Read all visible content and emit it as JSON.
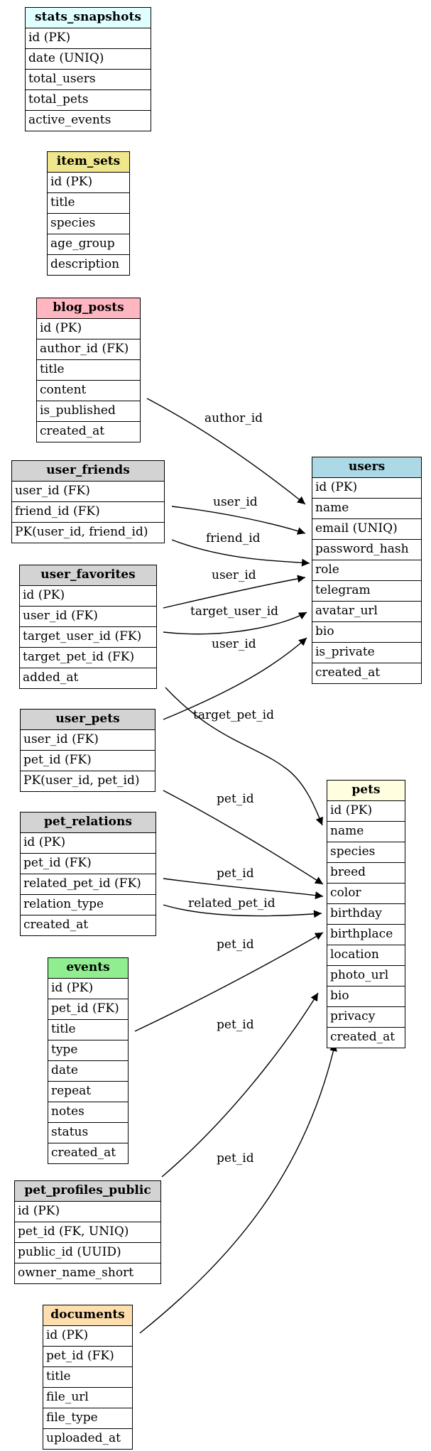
{
  "entities": [
    {
      "id": "stats_snapshots",
      "name": "stats_snapshots",
      "color": "#e0ffff",
      "fields": [
        "id (PK)",
        "date (UNIQ)",
        "total_users",
        "total_pets",
        "active_events"
      ]
    },
    {
      "id": "item_sets",
      "name": "item_sets",
      "color": "#f0e68c",
      "fields": [
        "id (PK)",
        "title",
        "species",
        "age_group",
        "description"
      ]
    },
    {
      "id": "blog_posts",
      "name": "blog_posts",
      "color": "#ffb6c1",
      "fields": [
        "id (PK)",
        "author_id (FK)",
        "title",
        "content",
        "is_published",
        "created_at"
      ]
    },
    {
      "id": "user_friends",
      "name": "user_friends",
      "color": "#d3d3d3",
      "fields": [
        "user_id (FK)",
        "friend_id (FK)",
        "PK(user_id, friend_id)"
      ]
    },
    {
      "id": "users",
      "name": "users",
      "color": "#add8e6",
      "fields": [
        "id (PK)",
        "name",
        "email (UNIQ)",
        "password_hash",
        "role",
        "telegram",
        "avatar_url",
        "bio",
        "is_private",
        "created_at"
      ]
    },
    {
      "id": "user_favorites",
      "name": "user_favorites",
      "color": "#d3d3d3",
      "fields": [
        "id (PK)",
        "user_id (FK)",
        "target_user_id (FK)",
        "target_pet_id (FK)",
        "added_at"
      ]
    },
    {
      "id": "user_pets",
      "name": "user_pets",
      "color": "#d3d3d3",
      "fields": [
        "user_id (FK)",
        "pet_id (FK)",
        "PK(user_id, pet_id)"
      ]
    },
    {
      "id": "pets",
      "name": "pets",
      "color": "#ffffe0",
      "fields": [
        "id (PK)",
        "name",
        "species",
        "breed",
        "color",
        "birthday",
        "birthplace",
        "location",
        "photo_url",
        "bio",
        "privacy",
        "created_at"
      ]
    },
    {
      "id": "pet_relations",
      "name": "pet_relations",
      "color": "#d3d3d3",
      "fields": [
        "id (PK)",
        "pet_id (FK)",
        "related_pet_id (FK)",
        "relation_type",
        "created_at"
      ]
    },
    {
      "id": "events",
      "name": "events",
      "color": "#90ee90",
      "fields": [
        "id (PK)",
        "pet_id (FK)",
        "title",
        "type",
        "date",
        "repeat",
        "notes",
        "status",
        "created_at"
      ]
    },
    {
      "id": "pet_profiles_public",
      "name": "pet_profiles_public",
      "color": "#d3d3d3",
      "fields": [
        "id (PK)",
        "pet_id (FK, UNIQ)",
        "public_id (UUID)",
        "owner_name_short"
      ]
    },
    {
      "id": "documents",
      "name": "documents",
      "color": "#ffdead",
      "fields": [
        "id (PK)",
        "pet_id (FK)",
        "title",
        "file_url",
        "file_type",
        "uploaded_at"
      ]
    }
  ],
  "edges": [
    {
      "from": "blog_posts",
      "to": "users",
      "label": "author_id"
    },
    {
      "from": "user_friends",
      "to": "users",
      "label": "user_id"
    },
    {
      "from": "user_friends",
      "to": "users",
      "label": "friend_id"
    },
    {
      "from": "user_favorites",
      "to": "users",
      "label": "user_id"
    },
    {
      "from": "user_favorites",
      "to": "users",
      "label": "target_user_id"
    },
    {
      "from": "user_pets",
      "to": "users",
      "label": "user_id"
    },
    {
      "from": "user_favorites",
      "to": "pets",
      "label": "target_pet_id"
    },
    {
      "from": "user_pets",
      "to": "pets",
      "label": "pet_id"
    },
    {
      "from": "pet_relations",
      "to": "pets",
      "label": "pet_id"
    },
    {
      "from": "pet_relations",
      "to": "pets",
      "label": "related_pet_id"
    },
    {
      "from": "events",
      "to": "pets",
      "label": "pet_id"
    },
    {
      "from": "pet_profiles_public",
      "to": "pets",
      "label": "pet_id"
    },
    {
      "from": "documents",
      "to": "pets",
      "label": "pet_id"
    }
  ]
}
